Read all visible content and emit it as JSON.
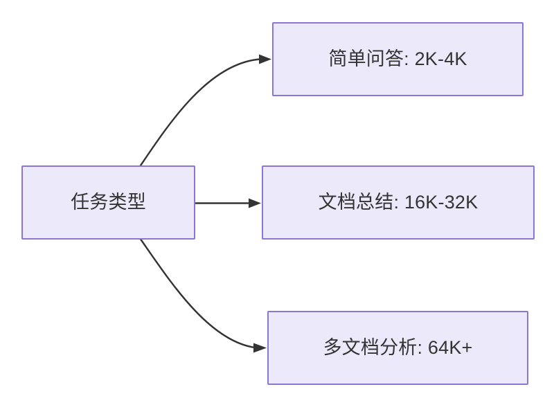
{
  "diagram": {
    "type": "flowchart",
    "direction": "left-to-right",
    "background_color": "#ffffff",
    "node_fill_color": "#ECEAFA",
    "node_border_color": "#8B76D6",
    "node_text_color": "#333333",
    "edge_color": "#333333",
    "nodes": [
      {
        "id": "root",
        "label": "任务类型",
        "role": "source"
      },
      {
        "id": "simple_qa",
        "label": "简单问答: 2K-4K",
        "role": "target"
      },
      {
        "id": "doc_summary",
        "label": "文档总结: 16K-32K",
        "role": "target"
      },
      {
        "id": "multi_doc",
        "label": "多文档分析: 64K+",
        "role": "target"
      }
    ],
    "edges": [
      {
        "id": "edge-root-simple-qa",
        "from": "root",
        "to": "simple_qa",
        "label": "",
        "style": "curved",
        "arrow": "arrow-head-right"
      },
      {
        "id": "edge-root-doc-summary",
        "from": "root",
        "to": "doc_summary",
        "label": "",
        "style": "straight",
        "arrow": "arrow-head-right"
      },
      {
        "id": "edge-root-multi-doc",
        "from": "root",
        "to": "multi_doc",
        "label": "",
        "style": "curved",
        "arrow": "arrow-head-right"
      }
    ]
  }
}
